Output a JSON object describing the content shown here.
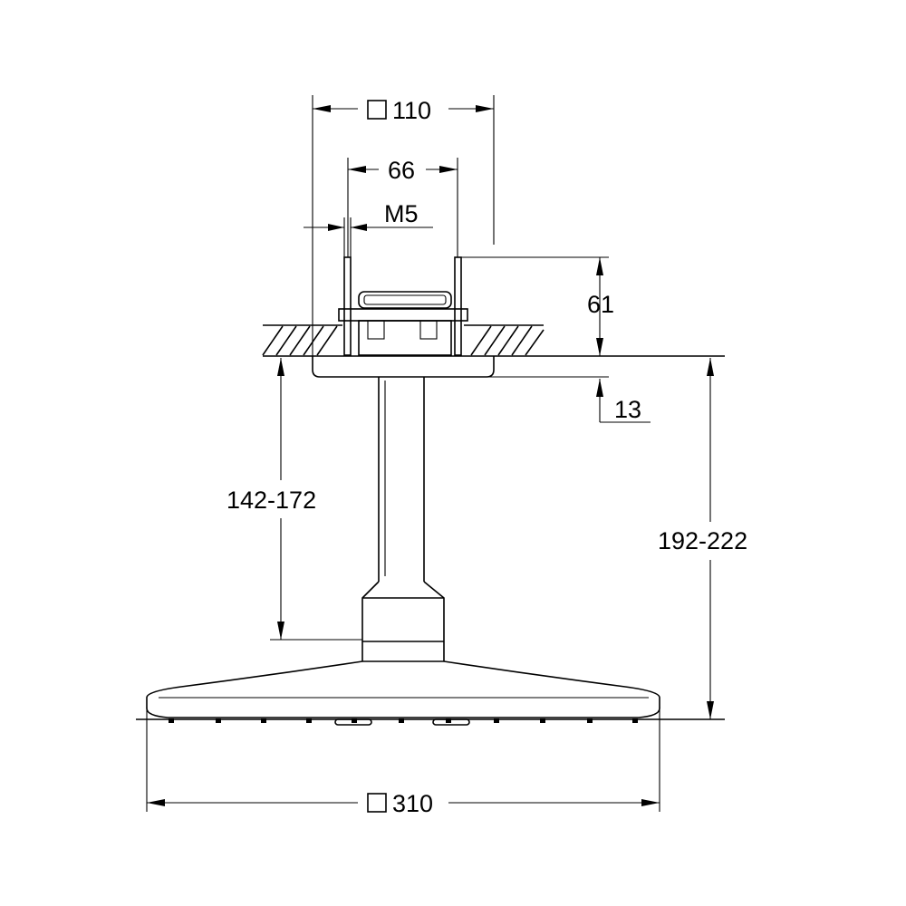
{
  "drawing": {
    "dimensions": {
      "flange_width": "110",
      "bolt_spacing": "66",
      "thread_size": "M5",
      "box_height": "61",
      "flange_thickness": "13",
      "arm_length": "142-172",
      "total_height": "192-222",
      "head_width": "310"
    },
    "square_symbol": "□"
  }
}
